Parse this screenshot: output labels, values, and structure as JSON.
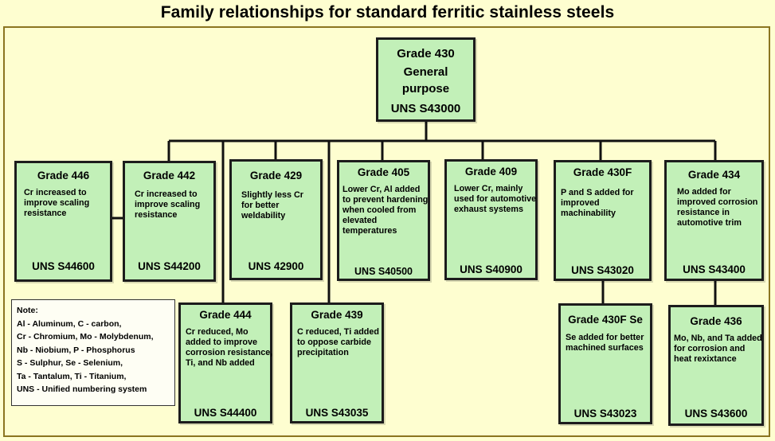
{
  "title": "Family relationships for standard ferritic stainless steels",
  "root": {
    "grade": "Grade 430",
    "desc_line1": "General",
    "desc_line2": "purpose",
    "uns": "UNS S43000"
  },
  "grades": {
    "g446": {
      "grade": "Grade 446",
      "desc": "Cr increased to improve scaling resistance",
      "uns": "UNS S44600"
    },
    "g442": {
      "grade": "Grade 442",
      "desc": "Cr increased to improve scaling resistance",
      "uns": "UNS S44200"
    },
    "g429": {
      "grade": "Grade 429",
      "desc": "Slightly less Cr for better weldability",
      "uns": "UNS 42900"
    },
    "g405": {
      "grade": "Grade 405",
      "desc": "Lower Cr, Al added to prevent hardening when cooled from elevated temperatures",
      "uns": "UNS S40500"
    },
    "g409": {
      "grade": "Grade 409",
      "desc": "Lower Cr, mainly used for automotive exhaust systems",
      "uns": "UNS S40900"
    },
    "g430f": {
      "grade": "Grade 430F",
      "desc": "P and S added for improved machinability",
      "uns": "UNS S43020"
    },
    "g434": {
      "grade": "Grade 434",
      "desc": "Mo added for improved corrosion resistance in automotive trim",
      "uns": "UNS S43400"
    },
    "g444": {
      "grade": "Grade 444",
      "desc": "Cr reduced, Mo added to improve corrosion resistance, Ti, and Nb added",
      "uns": "UNS S44400"
    },
    "g439": {
      "grade": "Grade 439",
      "desc": "C reduced, Ti added to oppose carbide precipitation",
      "uns": "UNS S43035"
    },
    "g430fse": {
      "grade": "Grade 430F Se",
      "desc": "Se added for better machined surfaces",
      "uns": "UNS S43023"
    },
    "g436": {
      "grade": "Grade 436",
      "desc": "Mo, Nb, and Ta added for corrosion and heat rexixtance",
      "uns": "UNS S43600"
    }
  },
  "note": {
    "heading": "Note:",
    "lines": [
      "Al - Aluminum, C - carbon,",
      "Cr - Chromium, Mo - Molybdenum,",
      "Nb - Niobium,  P - Phosphorus",
      "S - Sulphur, Se -  Selenium,",
      "Ta - Tantalum,  Ti - Titanium,",
      "UNS - Unified numbering system"
    ]
  },
  "colors": {
    "box_fill": "#c2f0b8",
    "background": "#fefed0",
    "border": "#1c1c1c",
    "frame": "#8b7520"
  }
}
